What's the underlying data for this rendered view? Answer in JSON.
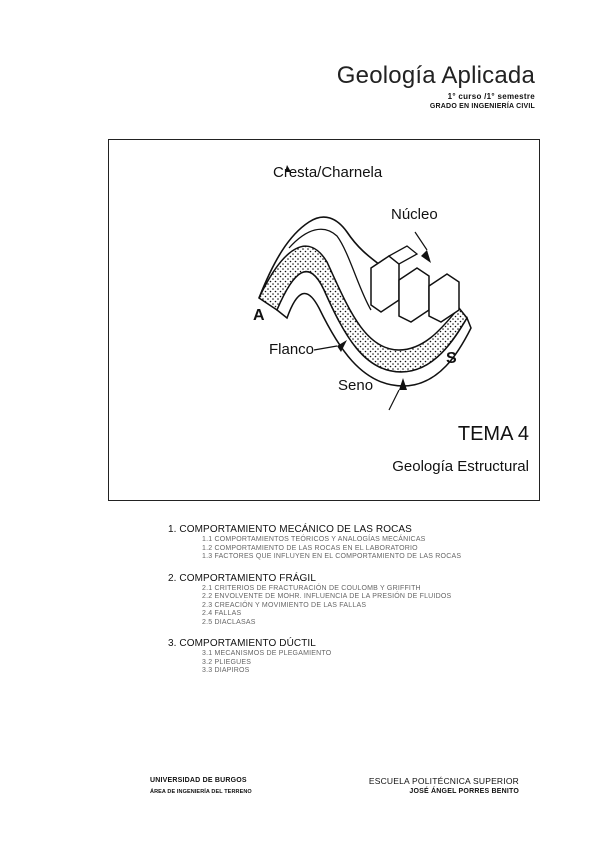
{
  "header": {
    "title": "Geología Aplicada",
    "course": "1° curso /1° semestre",
    "degree": "GRADO EN INGENIERÍA CIVIL"
  },
  "figure": {
    "labels": {
      "cresta": "Cresta/Charnela",
      "nucleo": "Núcleo",
      "a": "A",
      "flanco": "Flanco",
      "s": "S",
      "seno": "Seno"
    },
    "tema": "TEMA 4",
    "tema_title": "Geología Estructural"
  },
  "toc": [
    {
      "title": "1. COMPORTAMIENTO MECÁNICO DE LAS ROCAS",
      "items": [
        "1.1 COMPORTAMIENTOS TEÓRICOS Y ANALOGÍAS MECÁNICAS",
        "1.2 COMPORTAMIENTO DE LAS ROCAS EN EL LABORATORIO",
        "1.3 FACTORES QUE INFLUYEN EN EL COMPORTAMIENTO DE LAS ROCAS"
      ]
    },
    {
      "title": "2. COMPORTAMIENTO FRÁGIL",
      "items": [
        "2.1 CRITERIOS DE FRACTURACIÓN DE COULOMB Y GRIFFITH",
        "2.2 ENVOLVENTE DE MOHR. INFLUENCIA DE LA PRESIÓN DE FLUIDOS",
        "2.3 CREACIÓN Y MOVIMIENTO DE LAS FALLAS",
        "2.4 FALLAS",
        "2.5 DIACLASAS"
      ]
    },
    {
      "title": "3. COMPORTAMIENTO DÚCTIL",
      "items": [
        "3.1 MECANISMOS DE PLEGAMIENTO",
        "3.2 PLIEGUES",
        "3.3 DIAPIROS"
      ]
    }
  ],
  "footer": {
    "university": "UNIVERSIDAD DE BURGOS",
    "area": "ÁREA DE INGENIERÍA DEL TERRENO",
    "school": "ESCUELA POLITÉCNICA SUPERIOR",
    "author": "JOSÉ ÁNGEL PORRES BENITO"
  }
}
